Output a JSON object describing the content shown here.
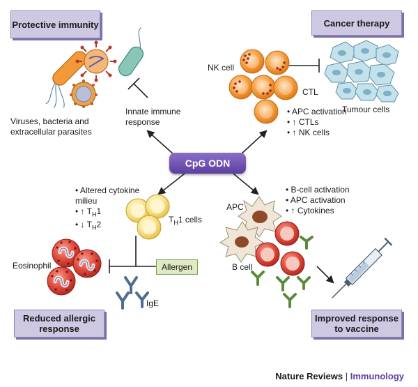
{
  "center": "CpG ODN",
  "boxes": {
    "protective": "Protective immunity",
    "cancer": "Cancer therapy",
    "allergic": "Reduced allergic response",
    "vaccine": "Improved response to vaccine"
  },
  "protective_panel": {
    "pathogens_label": "Viruses, bacteria and extracellular parasites",
    "innate_label": "Innate immune response"
  },
  "cancer_panel": {
    "nk_label": "NK cell",
    "ctl_label": "CTL",
    "tumour_label": "Tumour cells",
    "bullets": [
      "APC activation",
      "↑ CTLs",
      "↑ NK cells"
    ]
  },
  "allergy_panel": {
    "bullets": [
      "Altered cytokine milieu",
      "↑ T",
      "↓ T"
    ],
    "th_sub": "H",
    "bullet2_tail": "1",
    "bullet3_tail": "2",
    "th1_label_t": "T",
    "th1_label_sub": "H",
    "th1_label_tail": "1 cells",
    "eosinophil_label": "Eosinophil",
    "allergen_label": "Allergen",
    "ige_label": "IgE"
  },
  "vaccine_panel": {
    "bullets": [
      "B-cell activation",
      "APC activation",
      "↑ Cytokines"
    ],
    "apc_label": "APC",
    "bcell_label": "B cell"
  },
  "footer": {
    "publisher": "Nature Reviews",
    "separator": "|",
    "journal": "Immunology"
  },
  "colors": {
    "box_fill": "#cfc8e3",
    "center_fill": "#6a4caf",
    "orange_cell": "#f39a33",
    "yellow_cell": "#f6dc73",
    "red_cell": "#d9443a",
    "tumour_cell": "#b9dbe6",
    "allergen_fill": "#dcebc3",
    "antibody": "#5b8a3a"
  }
}
